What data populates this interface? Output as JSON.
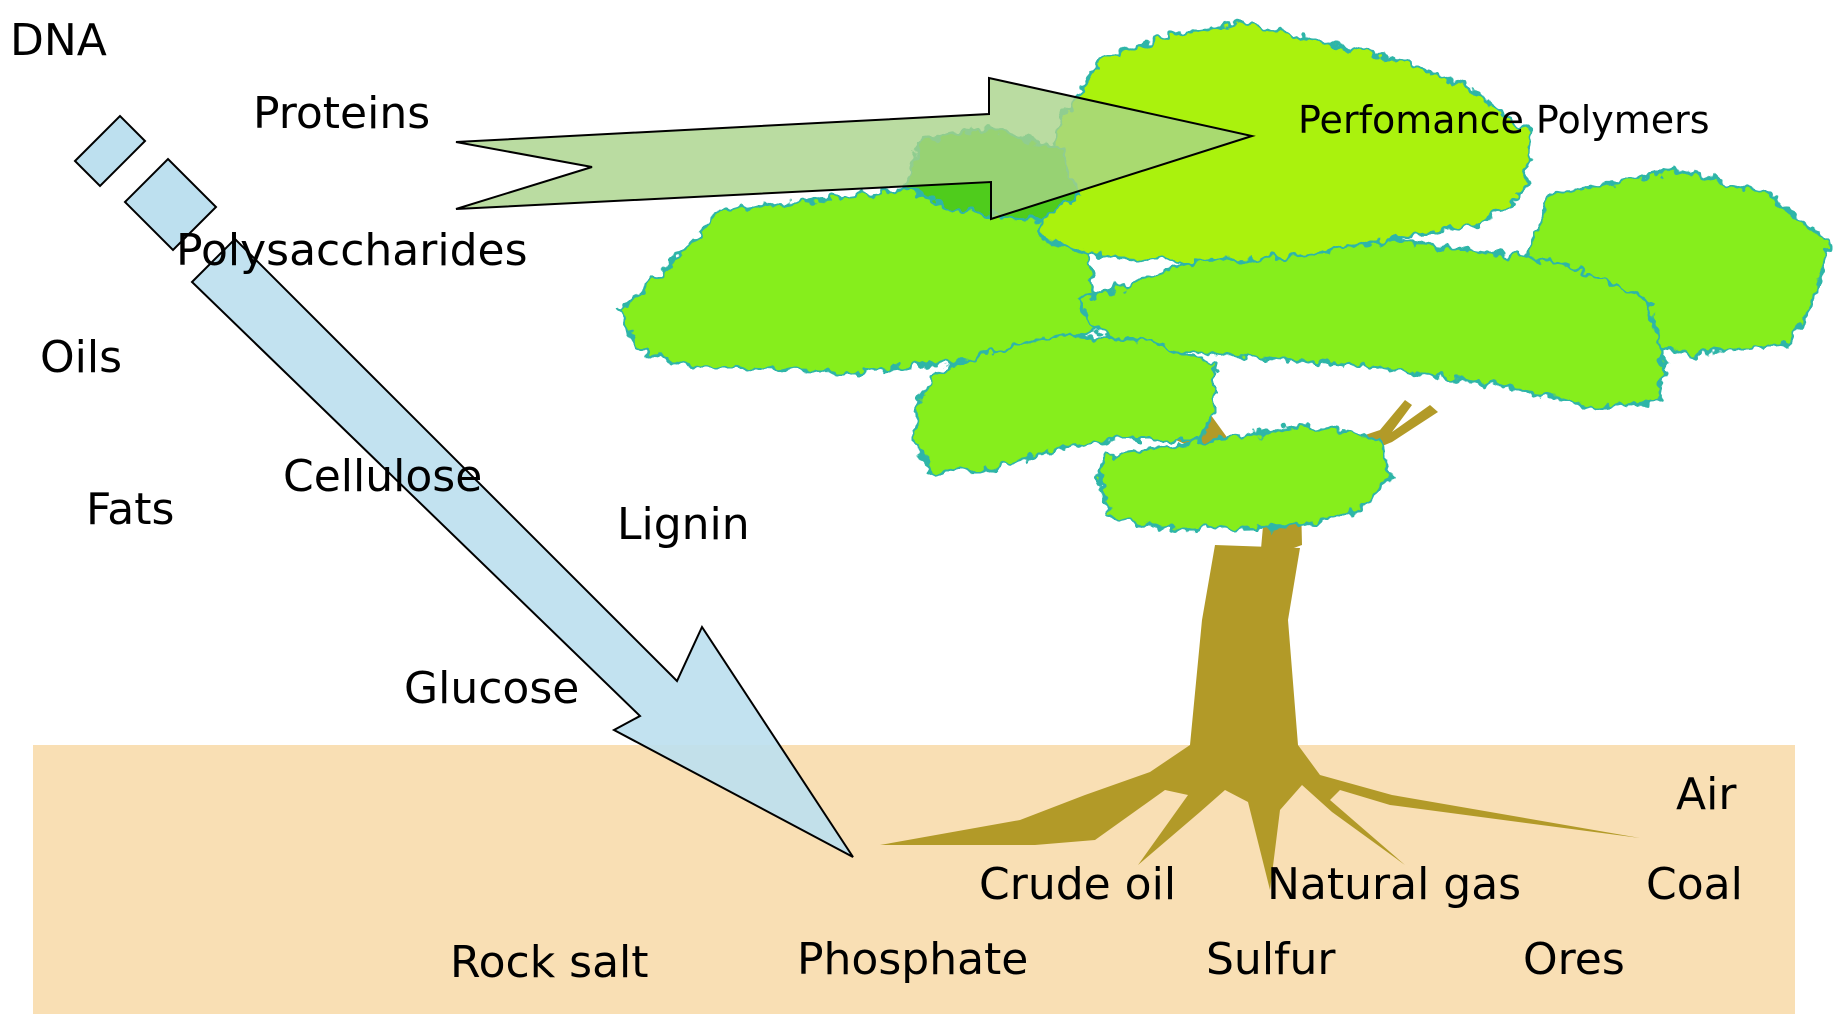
{
  "labels": {
    "dna": "DNA",
    "proteins": "Proteins",
    "polysaccharides": "Polysaccharides",
    "oils": "Oils",
    "fats": "Fats",
    "cellulose": "Cellulose",
    "lignin": "Lignin",
    "glucose": "Glucose",
    "performance_polymers": "Perfomance Polymers",
    "air": "Air",
    "crude_oil": "Crude oil",
    "natural_gas": "Natural gas",
    "coal": "Coal",
    "rock_salt": "Rock salt",
    "phosphate": "Phosphate",
    "sulfur": "Sulfur",
    "ores": "Ores"
  },
  "colors": {
    "soil": "#f9dfb4",
    "trunk": "#b29a28",
    "foliage_light": "#86ee1a",
    "foliage_top": "#aaf20e",
    "foliage_outline": "#2fb5a8",
    "blue_arrow": "#bde0ef",
    "green_arrow": "#a9d38a"
  }
}
